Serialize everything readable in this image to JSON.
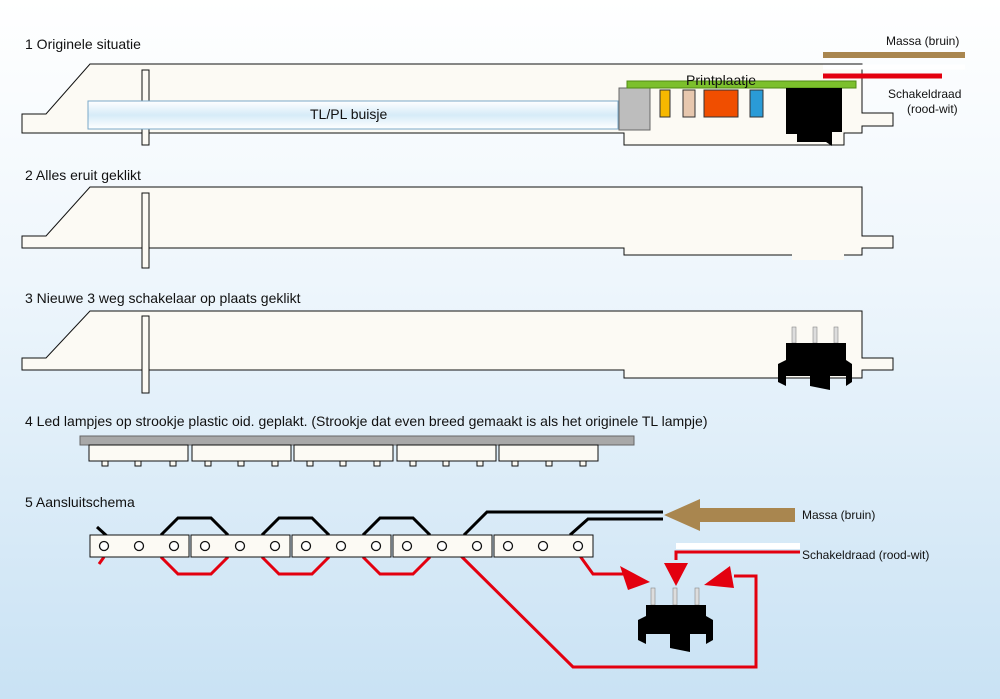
{
  "steps": [
    {
      "label": "1 Originele situatie"
    },
    {
      "label": "2 Alles eruit geklikt"
    },
    {
      "label": "3 Nieuwe 3 weg schakelaar op plaats geklikt"
    },
    {
      "label": "4 Led lampjes op strookje plastic oid. geplakt. (Strookje dat even breed gemaakt is als het originele TL lampje)"
    },
    {
      "label": "5 Aansluitschema"
    }
  ],
  "section1": {
    "tube_label": "TL/PL buisje",
    "pcb_label": "Printplaatje",
    "ground_label": "Massa (bruin)",
    "switch_wire_label": "Schakeldraad",
    "switch_wire_sub": "(rood-wit)"
  },
  "section5": {
    "ground_label": "Massa (bruin)",
    "switch_wire_label": "Schakeldraad (rood-wit)"
  },
  "colors": {
    "housing": "#fcfaf4",
    "tube": "#e3f1fb",
    "pcb": "#7cc02c",
    "brown": "#a9864f",
    "red": "#e3000f",
    "black": "#000000",
    "strip": "#a8a8a8"
  }
}
